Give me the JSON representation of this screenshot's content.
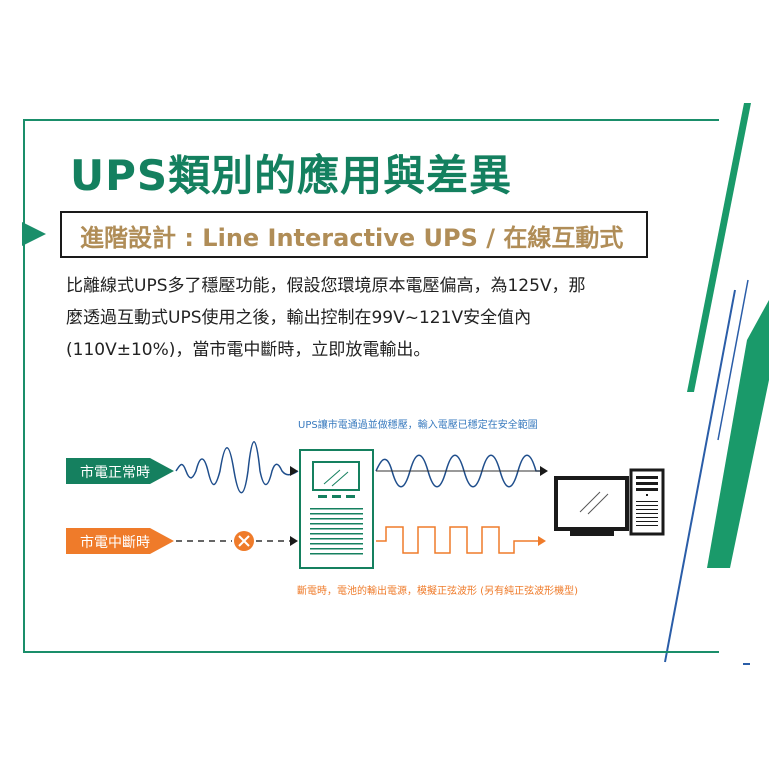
{
  "title": "UPS類別的應用與差異",
  "subtitle": "進階設計 : Line Interactive UPS / 在線互動式",
  "description": {
    "line1": "比離線式UPS多了穩壓功能，假設您環境原本電壓偏高，為125V，那",
    "line2": "麼透過互動式UPS使用之後，輸出控制在99V~121V安全值內",
    "line3": "(110V±10%)，當市電中斷時，立即放電輸出。"
  },
  "diagram": {
    "top_caption": "UPS讓市電通過並做穩壓，輸入電壓已穩定在安全範圍",
    "bottom_caption": "斷電時，電池的輸出電源，模擬正弦波形 (另有純正弦波形機型)",
    "label_normal": "市電正常時",
    "label_outage": "市電中斷時"
  },
  "colors": {
    "brand_green": "#14805f",
    "accent_gold": "#b08d57",
    "wave_blue": "#1f4e8c",
    "outage_orange": "#ef7b2a",
    "caption_blue": "#3a7bbf"
  }
}
